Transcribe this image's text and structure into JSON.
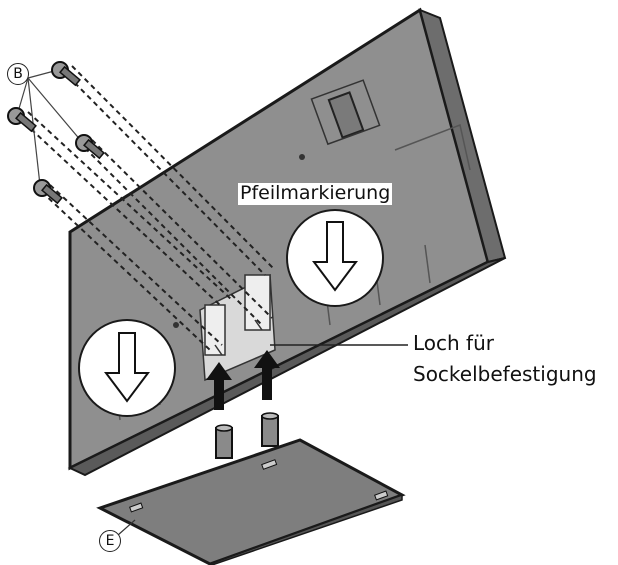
{
  "labels": {
    "arrow_marking": "Pfeilmarkierung",
    "hole_line1": "Loch für",
    "hole_line2": "Sockelbefestigung"
  },
  "callouts": {
    "screws": "B",
    "stand": "E"
  },
  "icons": {
    "screw": "screw-icon",
    "down_arrow": "down-arrow-icon"
  },
  "colors": {
    "tv_back": "#8f8f8f",
    "tv_shadow": "#6d6d6d",
    "stand": "#7e7e7e",
    "outline": "#1a1a1a",
    "dash": "#222222"
  }
}
